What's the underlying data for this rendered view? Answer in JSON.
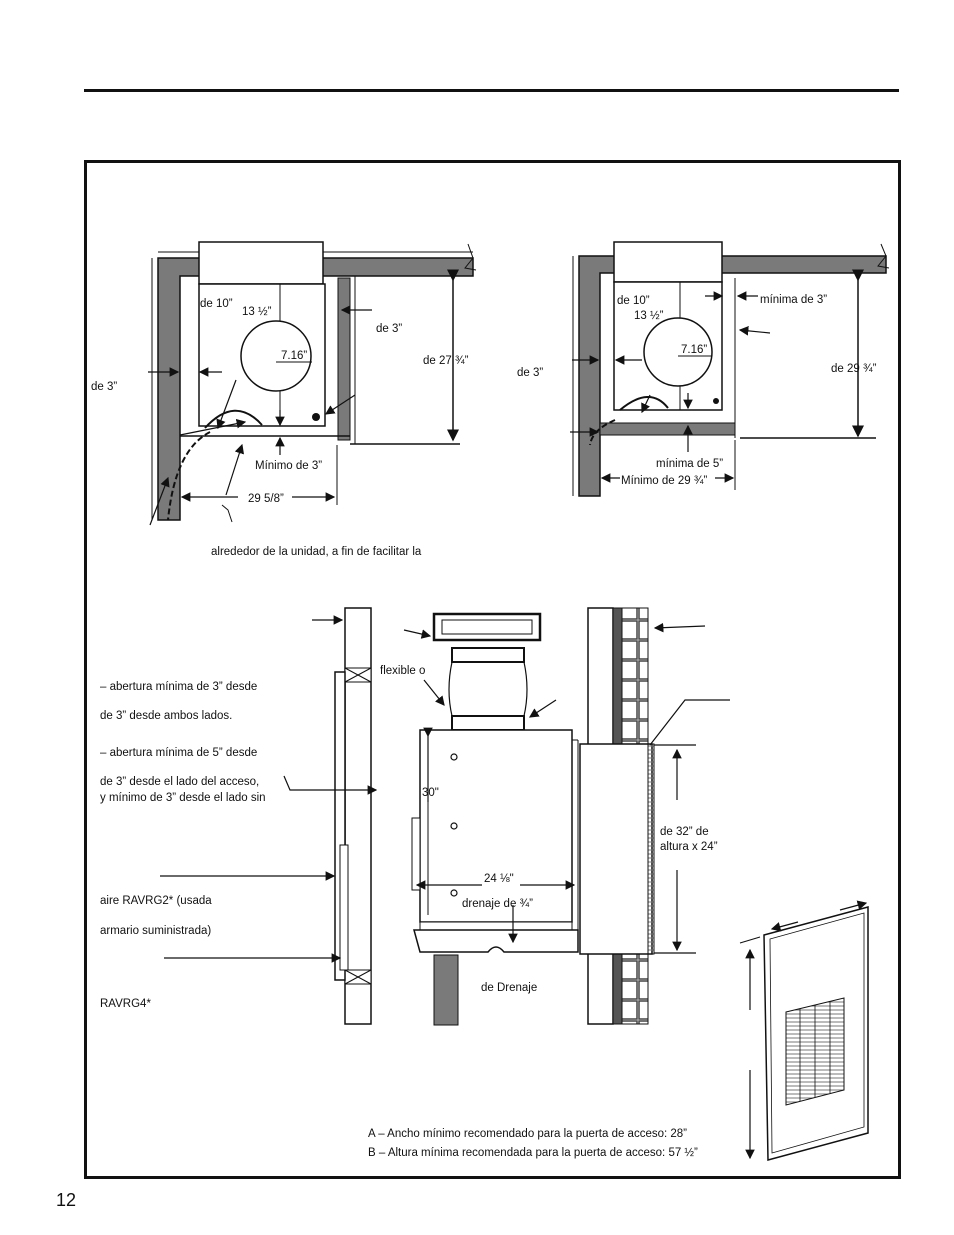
{
  "page_number": "12",
  "top_left_diagram": {
    "labels": {
      "de10": "de 10”",
      "thirteen": "13 ½”",
      "de3_right": "de 3”",
      "seven": "7.16”",
      "de27": "de 27 ¾”",
      "de3_left": "de 3”",
      "minimo3": "Mínimo de 3”",
      "width": "29 5/8”"
    }
  },
  "top_right_diagram": {
    "labels": {
      "de10": "de 10”",
      "thirteen": "13 ½”",
      "minima3": "mínima de 3”",
      "seven": "7.16”",
      "de3_left": "de 3”",
      "de29": "de 29 ¾”",
      "minima5": "mínima de 5”",
      "minimo29": "Mínimo de 29 ¾”"
    }
  },
  "note_line": "alrededor de la unidad, a fin de facilitar la",
  "bottom_left_text": {
    "line1": "– abertura mínima de 3” desde",
    "line2": "de 3” desde ambos lados.",
    "line3": "– abertura mínima de 5” desde",
    "line4": "de 3” desde el lado del acceso,",
    "line5": "y mínimo de 3” desde el lado sin",
    "line6": "aire RAVRG2* (usada",
    "line7": "armario suministrada)",
    "line8": "RAVRG4*"
  },
  "bottom_center": {
    "flexible": "flexible o",
    "thirty": "30\"",
    "width": "24 ⅛\"",
    "drenaje": "drenaje de ¾”",
    "de_drenaje": "de Drenaje"
  },
  "bottom_right": {
    "de32": "de 32” de",
    "altura": "altura x 24”"
  },
  "notes": {
    "a": "A – Ancho mínimo recomendado para la puerta de acceso: 28”",
    "b": "B – Altura mínima recomendada para la puerta de acceso: 57 ½”"
  }
}
